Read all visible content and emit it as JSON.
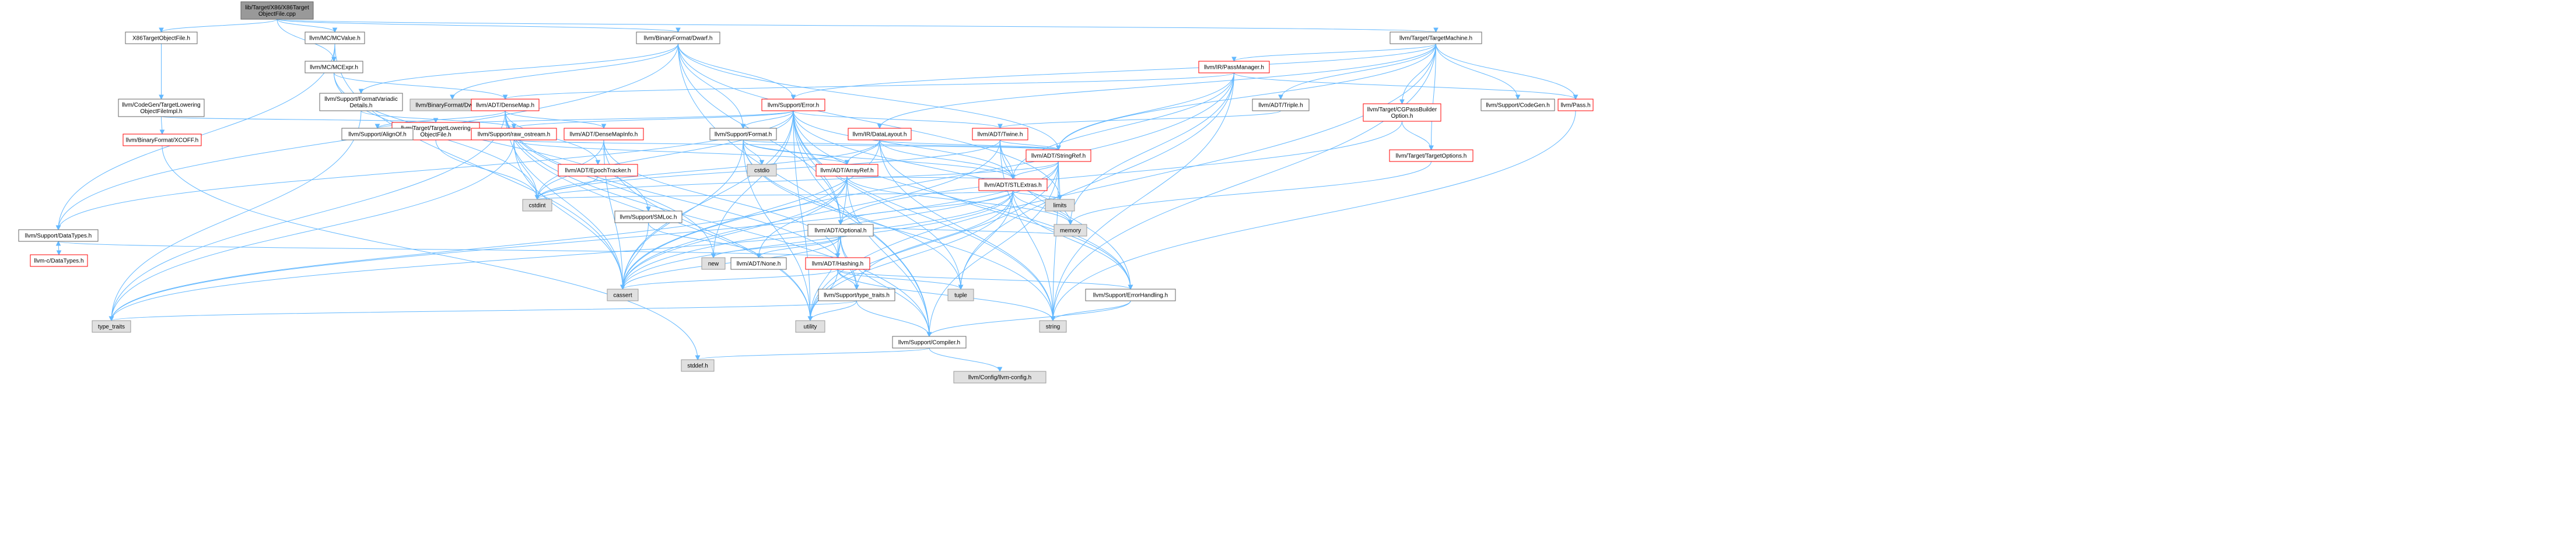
{
  "graph": {
    "root": "lib/Target/X86/X86Target\nObjectFile.cpp",
    "nodes": [
      {
        "id": "root",
        "label": "lib/Target/X86/X86Target\nObjectFile.cpp",
        "style": "root"
      },
      {
        "id": "x86tof",
        "label": "X86TargetObjectFile.h",
        "style": "normal"
      },
      {
        "id": "mcvalue",
        "label": "llvm/MC/MCValue.h",
        "style": "normal"
      },
      {
        "id": "mcexpr",
        "label": "llvm/MC/MCExpr.h",
        "style": "normal"
      },
      {
        "id": "dwarf",
        "label": "llvm/BinaryFormat/Dwarf.h",
        "style": "normal"
      },
      {
        "id": "targetmachine",
        "label": "llvm/Target/TargetMachine.h",
        "style": "normal"
      },
      {
        "id": "cgtlofi",
        "label": "llvm/CodeGen/TargetLowering\nObjectFileImpl.h",
        "style": "normal"
      },
      {
        "id": "xcoff",
        "label": "llvm/BinaryFormat/XCOFF.h",
        "style": "red"
      },
      {
        "id": "ttlof",
        "label": "llvm/Target/TargetLowering\nObjectFile.h",
        "style": "red"
      },
      {
        "id": "datatypes",
        "label": "llvm/Support/DataTypes.h",
        "style": "normal"
      },
      {
        "id": "cdatatypes",
        "label": "llvm-c/DataTypes.h",
        "style": "red"
      },
      {
        "id": "fmtvariadic",
        "label": "llvm/Support/FormatVariadic\nDetails.h",
        "style": "normal"
      },
      {
        "id": "dwarfdef",
        "label": "llvm/BinaryFormat/Dwarf.def",
        "style": "sys"
      },
      {
        "id": "densemap",
        "label": "llvm/ADT/DenseMap.h",
        "style": "red"
      },
      {
        "id": "passmanager",
        "label": "llvm/IR/PassManager.h",
        "style": "red"
      },
      {
        "id": "error",
        "label": "llvm/Support/Error.h",
        "style": "red"
      },
      {
        "id": "triple",
        "label": "llvm/ADT/Triple.h",
        "style": "normal"
      },
      {
        "id": "cgpassbuilder",
        "label": "llvm/Target/CGPassBuilder\nOption.h",
        "style": "red"
      },
      {
        "id": "supportcodegen",
        "label": "llvm/Support/CodeGen.h",
        "style": "normal"
      },
      {
        "id": "pass",
        "label": "llvm/Pass.h",
        "style": "red"
      },
      {
        "id": "alignof",
        "label": "llvm/Support/AlignOf.h",
        "style": "normal"
      },
      {
        "id": "rawostream",
        "label": "llvm/Support/raw_ostream.h",
        "style": "red"
      },
      {
        "id": "densemapinfo",
        "label": "llvm/ADT/DenseMapInfo.h",
        "style": "red"
      },
      {
        "id": "format",
        "label": "llvm/Support/Format.h",
        "style": "normal"
      },
      {
        "id": "datalayout",
        "label": "llvm/IR/DataLayout.h",
        "style": "red"
      },
      {
        "id": "twine",
        "label": "llvm/ADT/Twine.h",
        "style": "red"
      },
      {
        "id": "targetoptions",
        "label": "llvm/Target/TargetOptions.h",
        "style": "red"
      },
      {
        "id": "stringref",
        "label": "llvm/ADT/StringRef.h",
        "style": "red"
      },
      {
        "id": "arrayref",
        "label": "llvm/ADT/ArrayRef.h",
        "style": "red"
      },
      {
        "id": "epochtracker",
        "label": "llvm/ADT/EpochTracker.h",
        "style": "red"
      },
      {
        "id": "cstdio",
        "label": "cstdio",
        "style": "sys"
      },
      {
        "id": "stlextras",
        "label": "llvm/ADT/STLExtras.h",
        "style": "red"
      },
      {
        "id": "smloc",
        "label": "llvm/Support/SMLoc.h",
        "style": "normal"
      },
      {
        "id": "optional",
        "label": "llvm/ADT/Optional.h",
        "style": "normal"
      },
      {
        "id": "cstdint",
        "label": "cstdint",
        "style": "sys"
      },
      {
        "id": "limits",
        "label": "limits",
        "style": "sys"
      },
      {
        "id": "memory",
        "label": "memory",
        "style": "sys"
      },
      {
        "id": "none",
        "label": "llvm/ADT/None.h",
        "style": "normal"
      },
      {
        "id": "new",
        "label": "new",
        "style": "sys"
      },
      {
        "id": "hashing",
        "label": "llvm/ADT/Hashing.h",
        "style": "red"
      },
      {
        "id": "cassert",
        "label": "cassert",
        "style": "sys"
      },
      {
        "id": "tuple",
        "label": "tuple",
        "style": "sys"
      },
      {
        "id": "typetraits",
        "label": "llvm/Support/type_traits.h",
        "style": "normal"
      },
      {
        "id": "errhandling",
        "label": "llvm/Support/ErrorHandling.h",
        "style": "normal"
      },
      {
        "id": "stdtypetraits",
        "label": "type_traits",
        "style": "sys"
      },
      {
        "id": "utility",
        "label": "utility",
        "style": "sys"
      },
      {
        "id": "string",
        "label": "string",
        "style": "sys"
      },
      {
        "id": "compiler",
        "label": "llvm/Support/Compiler.h",
        "style": "normal"
      },
      {
        "id": "stddef",
        "label": "stddef.h",
        "style": "sys"
      },
      {
        "id": "llvmconfig",
        "label": "llvm/Config/llvm-config.h",
        "style": "sys"
      }
    ]
  }
}
